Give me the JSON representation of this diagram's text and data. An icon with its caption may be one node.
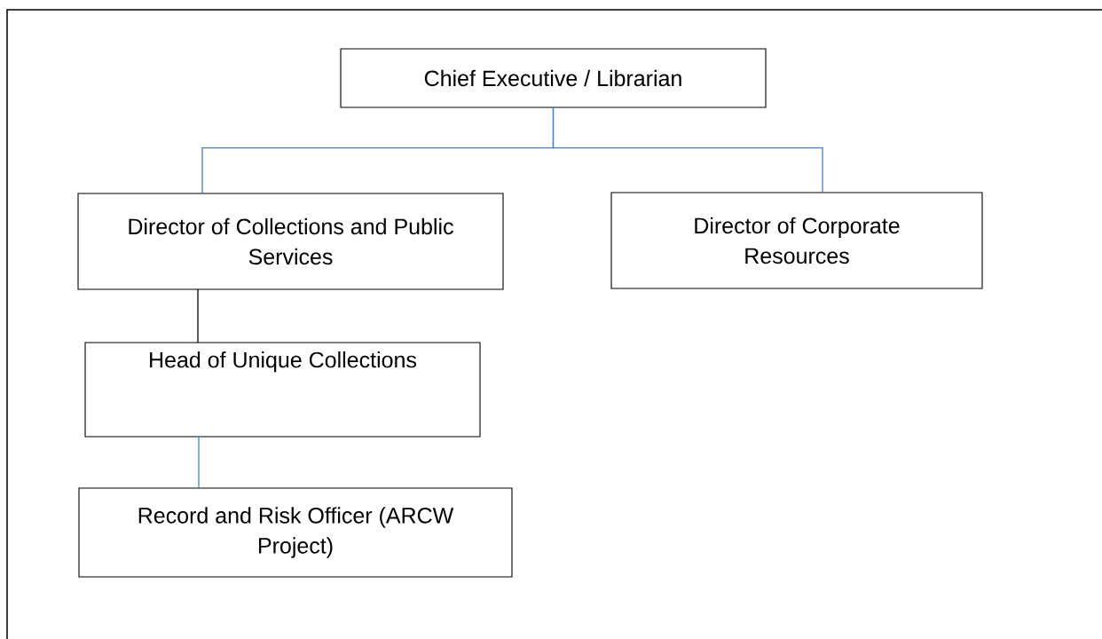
{
  "diagram": {
    "nodes": [
      {
        "text": [
          "Chief Executive / Librarian"
        ]
      },
      {
        "text": [
          "Director of Collections and Public Services"
        ]
      },
      {
        "text": [
          "Director of Corporate Resources"
        ]
      },
      {
        "text": [
          "Head of Unique Collections"
        ]
      },
      {
        "text": [
          "Record and Risk Officer (ARCW Project)"
        ]
      }
    ],
    "edges": [
      {
        "from": 0,
        "to": 1,
        "arrow": "none"
      },
      {
        "from": 0,
        "to": 2,
        "arrow": "none"
      },
      {
        "from": 1,
        "to": 3,
        "arrow": "none",
        "color": "#000000"
      },
      {
        "from": 3,
        "to": 4,
        "arrow": "none"
      }
    ]
  }
}
